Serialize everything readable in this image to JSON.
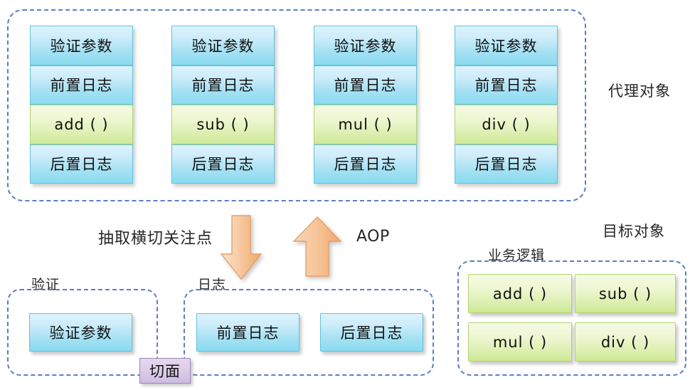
{
  "diagram": {
    "title_labels": {
      "proxy_object": "代理对象",
      "target_object": "目标对象"
    },
    "proxy_section": {
      "columns": [
        {
          "rows": [
            {
              "text": "验证参数",
              "kind": "blue"
            },
            {
              "text": "前置日志",
              "kind": "blue"
            },
            {
              "text": "add ( )",
              "kind": "green"
            },
            {
              "text": "后置日志",
              "kind": "blue"
            }
          ]
        },
        {
          "rows": [
            {
              "text": "验证参数",
              "kind": "blue"
            },
            {
              "text": "前置日志",
              "kind": "blue"
            },
            {
              "text": "sub ( )",
              "kind": "green"
            },
            {
              "text": "后置日志",
              "kind": "blue"
            }
          ]
        },
        {
          "rows": [
            {
              "text": "验证参数",
              "kind": "blue"
            },
            {
              "text": "前置日志",
              "kind": "blue"
            },
            {
              "text": "mul ( )",
              "kind": "green"
            },
            {
              "text": "后置日志",
              "kind": "blue"
            }
          ]
        },
        {
          "rows": [
            {
              "text": "验证参数",
              "kind": "blue"
            },
            {
              "text": "前置日志",
              "kind": "blue"
            },
            {
              "text": "div ( )",
              "kind": "green"
            },
            {
              "text": "后置日志",
              "kind": "blue"
            }
          ]
        }
      ]
    },
    "middle": {
      "extract_label": "抽取横切关注点",
      "aop_label": "AOP",
      "arrow_down_color": "#f4b183",
      "arrow_up_color": "#f4b183"
    },
    "bottom_left": {
      "validate_group_label": "验证",
      "validate_box": "验证参数",
      "log_group_label": "日志",
      "log_boxes": [
        "前置日志",
        "后置日志"
      ],
      "aspect_badge": "切面"
    },
    "bottom_right": {
      "business_logic_label": "业务逻辑",
      "methods": [
        "add ( )",
        "sub ( )",
        "mul ( )",
        "div ( )"
      ]
    },
    "colors": {
      "dashed_border": "#5b7ec4",
      "blue_box_top": "#ddf3fd",
      "blue_box_bottom": "#8adbef",
      "green_box_top": "#f5fae3",
      "green_box_bottom": "#cfe995",
      "aspect_badge": "#cfbcdf",
      "arrow": "#f4b183",
      "text": "#1a1a1a"
    }
  }
}
